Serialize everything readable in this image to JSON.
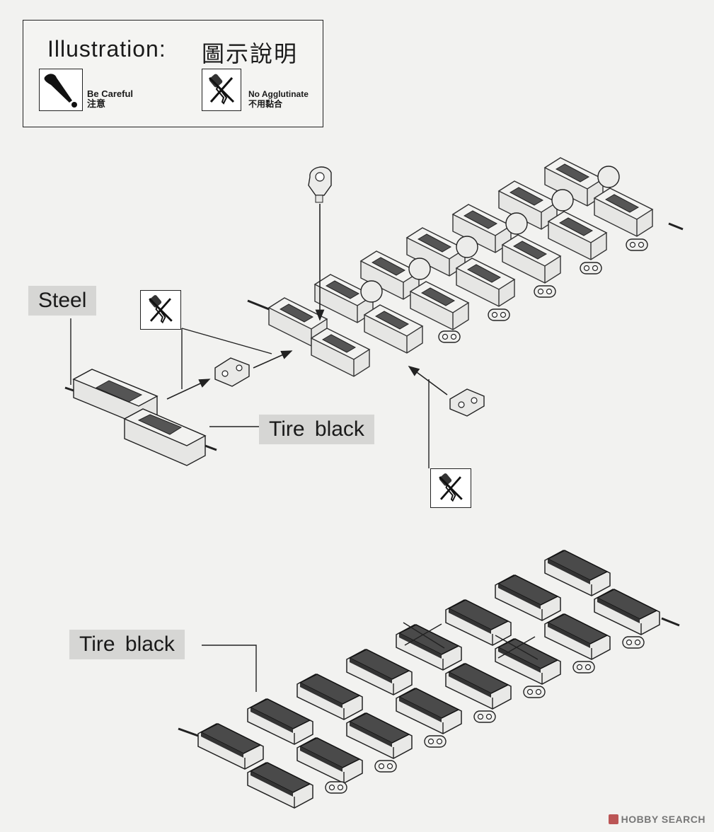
{
  "legend": {
    "title_en": "Illustration:",
    "title_cn": "圖示說明",
    "items": [
      {
        "icon": "caution-icon",
        "label_en": "Be Careful",
        "label_cn": "注意"
      },
      {
        "icon": "no-glue-icon",
        "label_en": "No Agglutinate",
        "label_cn": "不用黏合"
      }
    ]
  },
  "callouts": {
    "steel": "Steel",
    "tire_black_assembly": "Tire  black",
    "tire_black_track": "Tire  black"
  },
  "watermark": {
    "brand": "HOBBY",
    "suffix": "SEARCH"
  }
}
